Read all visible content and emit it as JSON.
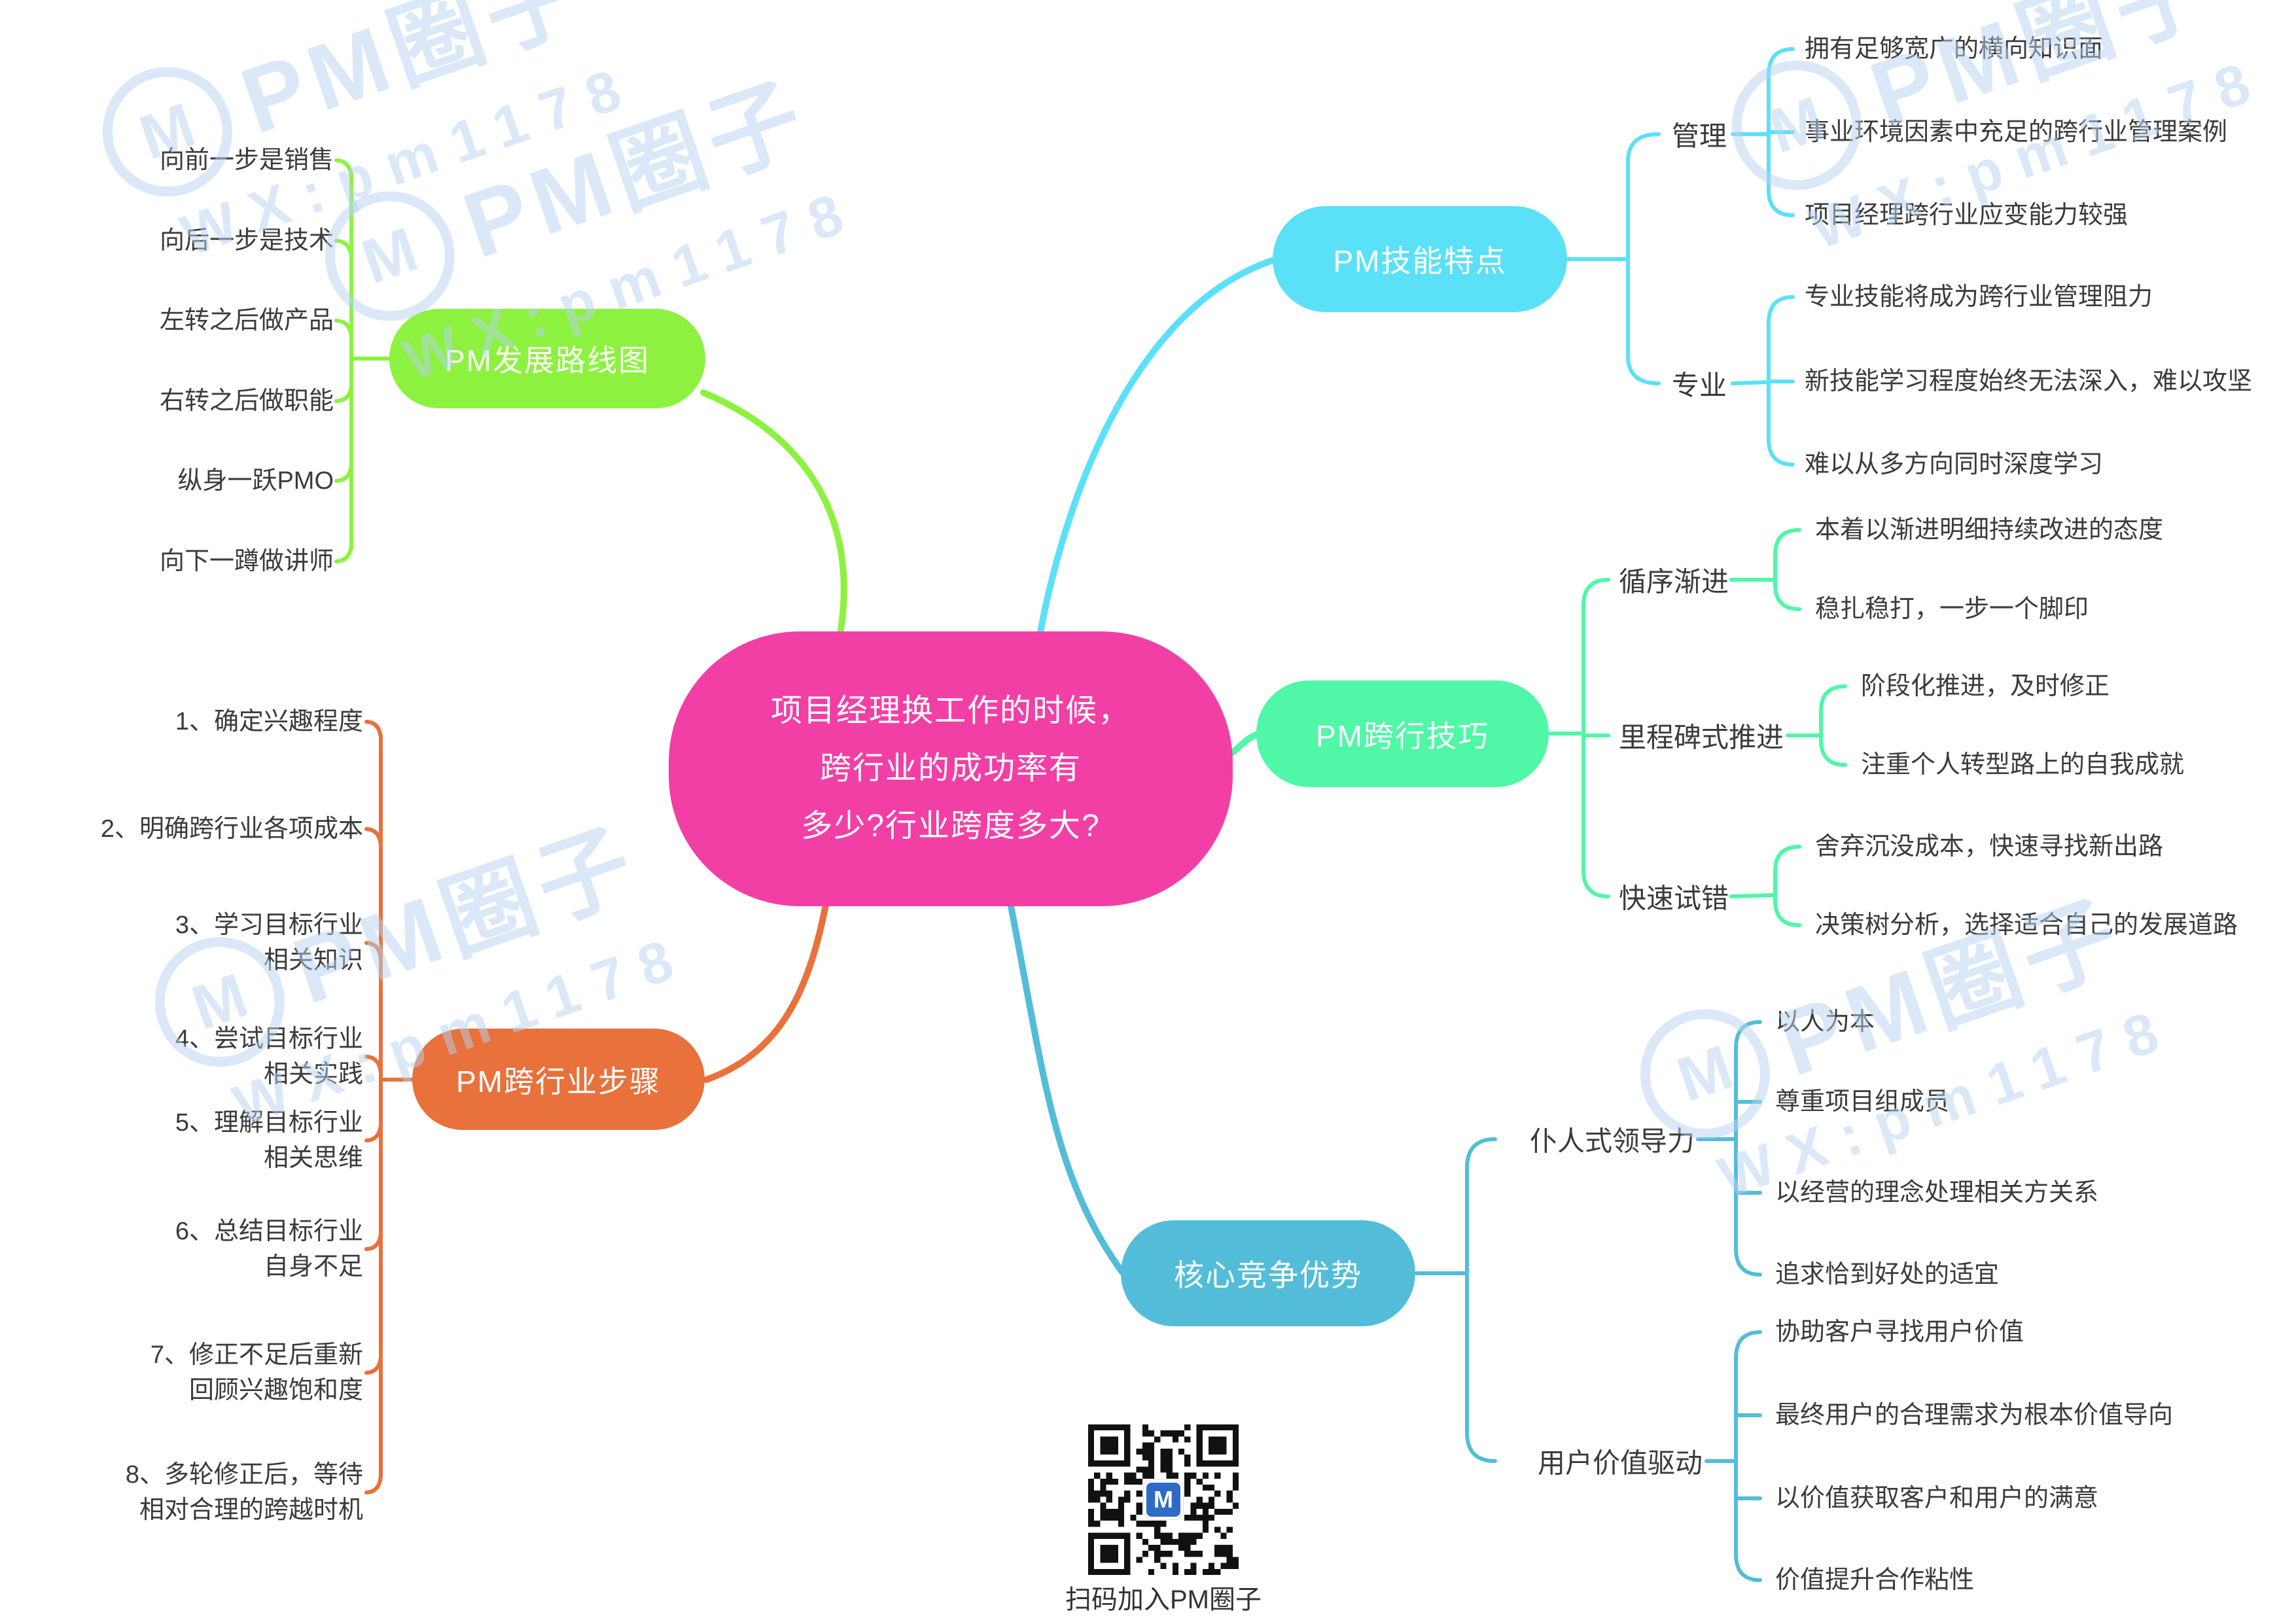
{
  "central": {
    "lines": [
      "项目经理换工作的时候，",
      "跨行业的成功率有",
      "多少?行业跨度多大?"
    ]
  },
  "colors": {
    "central": "#F23FA5",
    "roadmap": "#8CF23F",
    "skills": "#5BE1F7",
    "techniques": "#4FF7A6",
    "steps": "#E8713C",
    "advantages": "#53BDD9",
    "watermark": "#B9D2F0",
    "leaf_text": "#3b3b3b",
    "qr_dark": "#111111",
    "qr_logo_blue": "#2E6BC6"
  },
  "roadmap": {
    "label": "PM发展路线图",
    "items": [
      "向前一步是销售",
      "向后一步是技术",
      "左转之后做产品",
      "右转之后做职能",
      "纵身一跃PMO",
      "向下一蹲做讲师"
    ]
  },
  "skills": {
    "label": "PM技能特点",
    "groups": [
      {
        "label": "管理",
        "items": [
          "拥有足够宽广的横向知识面",
          "事业环境因素中充足的跨行业管理案例",
          "项目经理跨行业应变能力较强"
        ]
      },
      {
        "label": "专业",
        "items": [
          "专业技能将成为跨行业管理阻力",
          "新技能学习程度始终无法深入，难以攻坚",
          "难以从多方向同时深度学习"
        ]
      }
    ]
  },
  "techniques": {
    "label": "PM跨行技巧",
    "groups": [
      {
        "label": "循序渐进",
        "items": [
          "本着以渐进明细持续改进的态度",
          "稳扎稳打，一步一个脚印"
        ]
      },
      {
        "label": "里程碑式推进",
        "items": [
          "阶段化推进，及时修正",
          "注重个人转型路上的自我成就"
        ]
      },
      {
        "label": "快速试错",
        "items": [
          "舍弃沉没成本，快速寻找新出路",
          "决策树分析，选择适合自己的发展道路"
        ]
      }
    ]
  },
  "steps": {
    "label": "PM跨行业步骤",
    "items": [
      {
        "l1": "1、确定兴趣程度"
      },
      {
        "l1": "2、明确跨行业各项成本"
      },
      {
        "l1": "3、学习目标行业",
        "l2": "相关知识"
      },
      {
        "l1": "4、尝试目标行业",
        "l2": "相关实践"
      },
      {
        "l1": "5、理解目标行业",
        "l2": "相关思维"
      },
      {
        "l1": "6、总结目标行业",
        "l2": "自身不足"
      },
      {
        "l1": "7、修正不足后重新",
        "l2": "回顾兴趣饱和度"
      },
      {
        "l1": "8、多轮修正后，等待",
        "l2": "相对合理的跨越时机"
      }
    ]
  },
  "advantages": {
    "label": "核心竞争优势",
    "groups": [
      {
        "label": "仆人式领导力",
        "items": [
          "以人为本",
          "尊重项目组成员",
          "以经营的理念处理相关方关系",
          "追求恰到好处的适宜"
        ]
      },
      {
        "label": "用户价值驱动",
        "items": [
          "协助客户寻找用户价值",
          "最终用户的合理需求为根本价值导向",
          "以价值获取客户和用户的满意",
          "价值提升合作粘性"
        ]
      }
    ]
  },
  "qr": {
    "caption": "扫码加入PM圈子",
    "logo_letter": "M"
  },
  "watermark": {
    "title": "PM圈子",
    "subtitle": "WX:pm1178",
    "logo_letter": "M"
  }
}
